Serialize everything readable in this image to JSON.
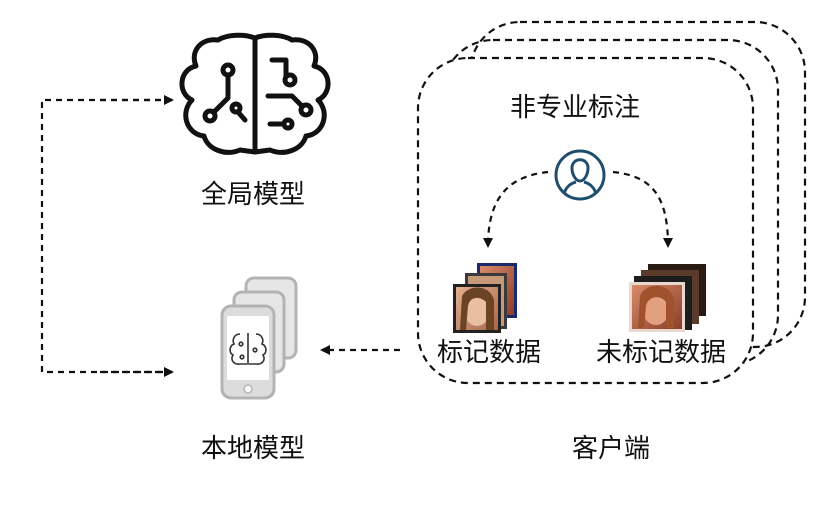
{
  "diagram": {
    "global_model_label": "全局模型",
    "local_model_label": "本地模型",
    "client_label": "客户端",
    "nonexpert_label": "非专业标注",
    "labeled_data_label": "标记数据",
    "unlabeled_data_label": "未标记数据"
  },
  "colors": {
    "line": "#111111",
    "user_icon": "#1f4e6e",
    "phone_gray": "#c9c9c9"
  },
  "icons": [
    "brain-circuit-icon",
    "smartphone-stack-icon",
    "user-icon",
    "face-photo-stack-icon"
  ]
}
